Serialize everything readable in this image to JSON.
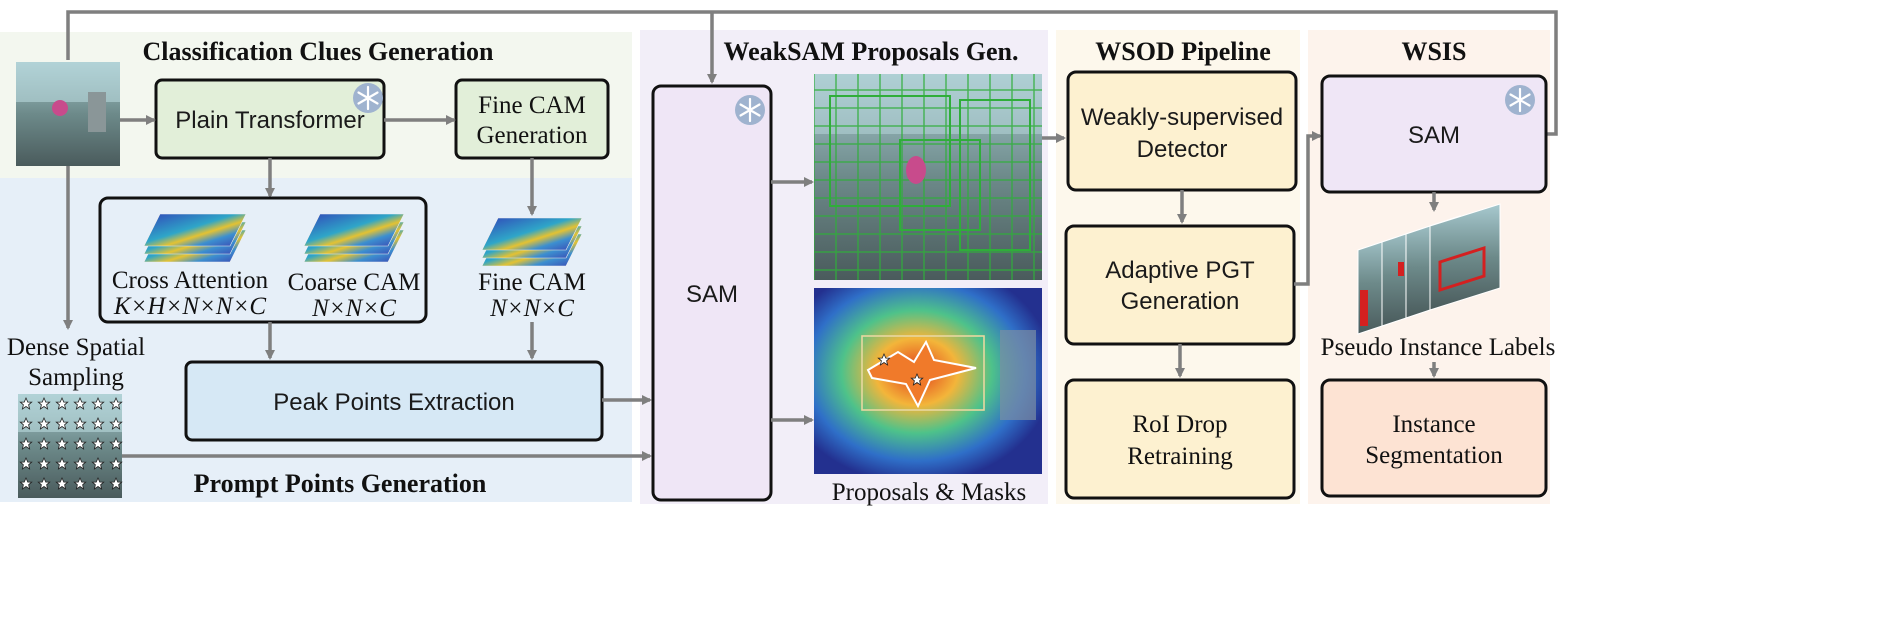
{
  "sections": {
    "classification": "Classification Clues Generation",
    "prompt": "Prompt Points Generation",
    "weaksam": "WeakSAM Proposals Gen.",
    "wsod": "WSOD Pipeline",
    "wsis": "WSIS"
  },
  "nodes": {
    "plain_transformer": "Plain Transformer",
    "fine_cam_gen_1": "Fine CAM",
    "fine_cam_gen_2": "Generation",
    "cross_attention": "Cross Attention",
    "cross_attention_dims": "K×H×N×N×C",
    "coarse_cam": "Coarse CAM",
    "coarse_cam_dims": "N×N×C",
    "fine_cam": "Fine CAM",
    "fine_cam_dims": "N×N×C",
    "dense_1": "Dense Spatial",
    "dense_2": "Sampling",
    "peak_points": "Peak Points Extraction",
    "sam_main": "SAM",
    "proposals_masks": "Proposals & Masks",
    "detector_1": "Weakly-supervised",
    "detector_2": "Detector",
    "pgt_1": "Adaptive PGT",
    "pgt_2": "Generation",
    "roi_1": "RoI Drop",
    "roi_2": "Retraining",
    "sam_wsis": "SAM",
    "pseudo_labels": "Pseudo Instance Labels",
    "inst_seg_1": "Instance",
    "inst_seg_2": "Segmentation"
  },
  "colors": {
    "classification_bg": "#f3f7ef",
    "prompt_bg": "#e6eff8",
    "weaksam_bg": "#f2eef8",
    "wsod_bg": "#fdf8ec",
    "wsis_bg": "#fdf3ec",
    "green_box": "#e2efd9",
    "blue_box": "#d6e8f5",
    "purple_box": "#efe6f6",
    "yellow_box": "#fdf1d0",
    "orange_box": "#fde3d3",
    "arrow": "#7f7f7f"
  },
  "icons": [
    "snowflake-icon"
  ]
}
